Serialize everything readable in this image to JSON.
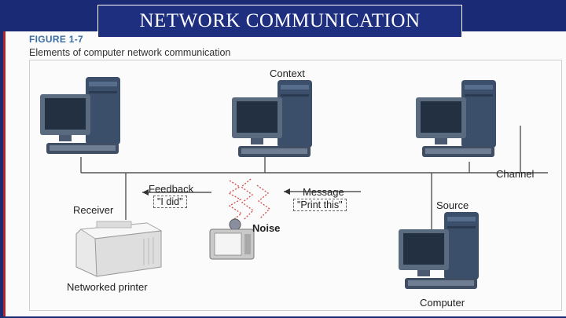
{
  "slide": {
    "title": "NETWORK COMMUNICATION"
  },
  "figure": {
    "number": "FIGURE 1-7",
    "caption": "Elements of computer network communication",
    "labels": {
      "context": "Context",
      "channel": "Channel",
      "feedback": "Feedback",
      "feedback_quote": "\"I did\"",
      "message": "Message",
      "message_quote": "\"Print this\"",
      "receiver": "Receiver",
      "source": "Source",
      "noise": "Noise",
      "printer": "Networked printer",
      "computer": "Computer"
    }
  },
  "colors": {
    "slide_background": "#1b2a75",
    "title_border": "#ffffff",
    "figure_accent": "#b0262b",
    "noise_waves": "#d24b4b",
    "computer_tower": "#3b4f6b"
  }
}
